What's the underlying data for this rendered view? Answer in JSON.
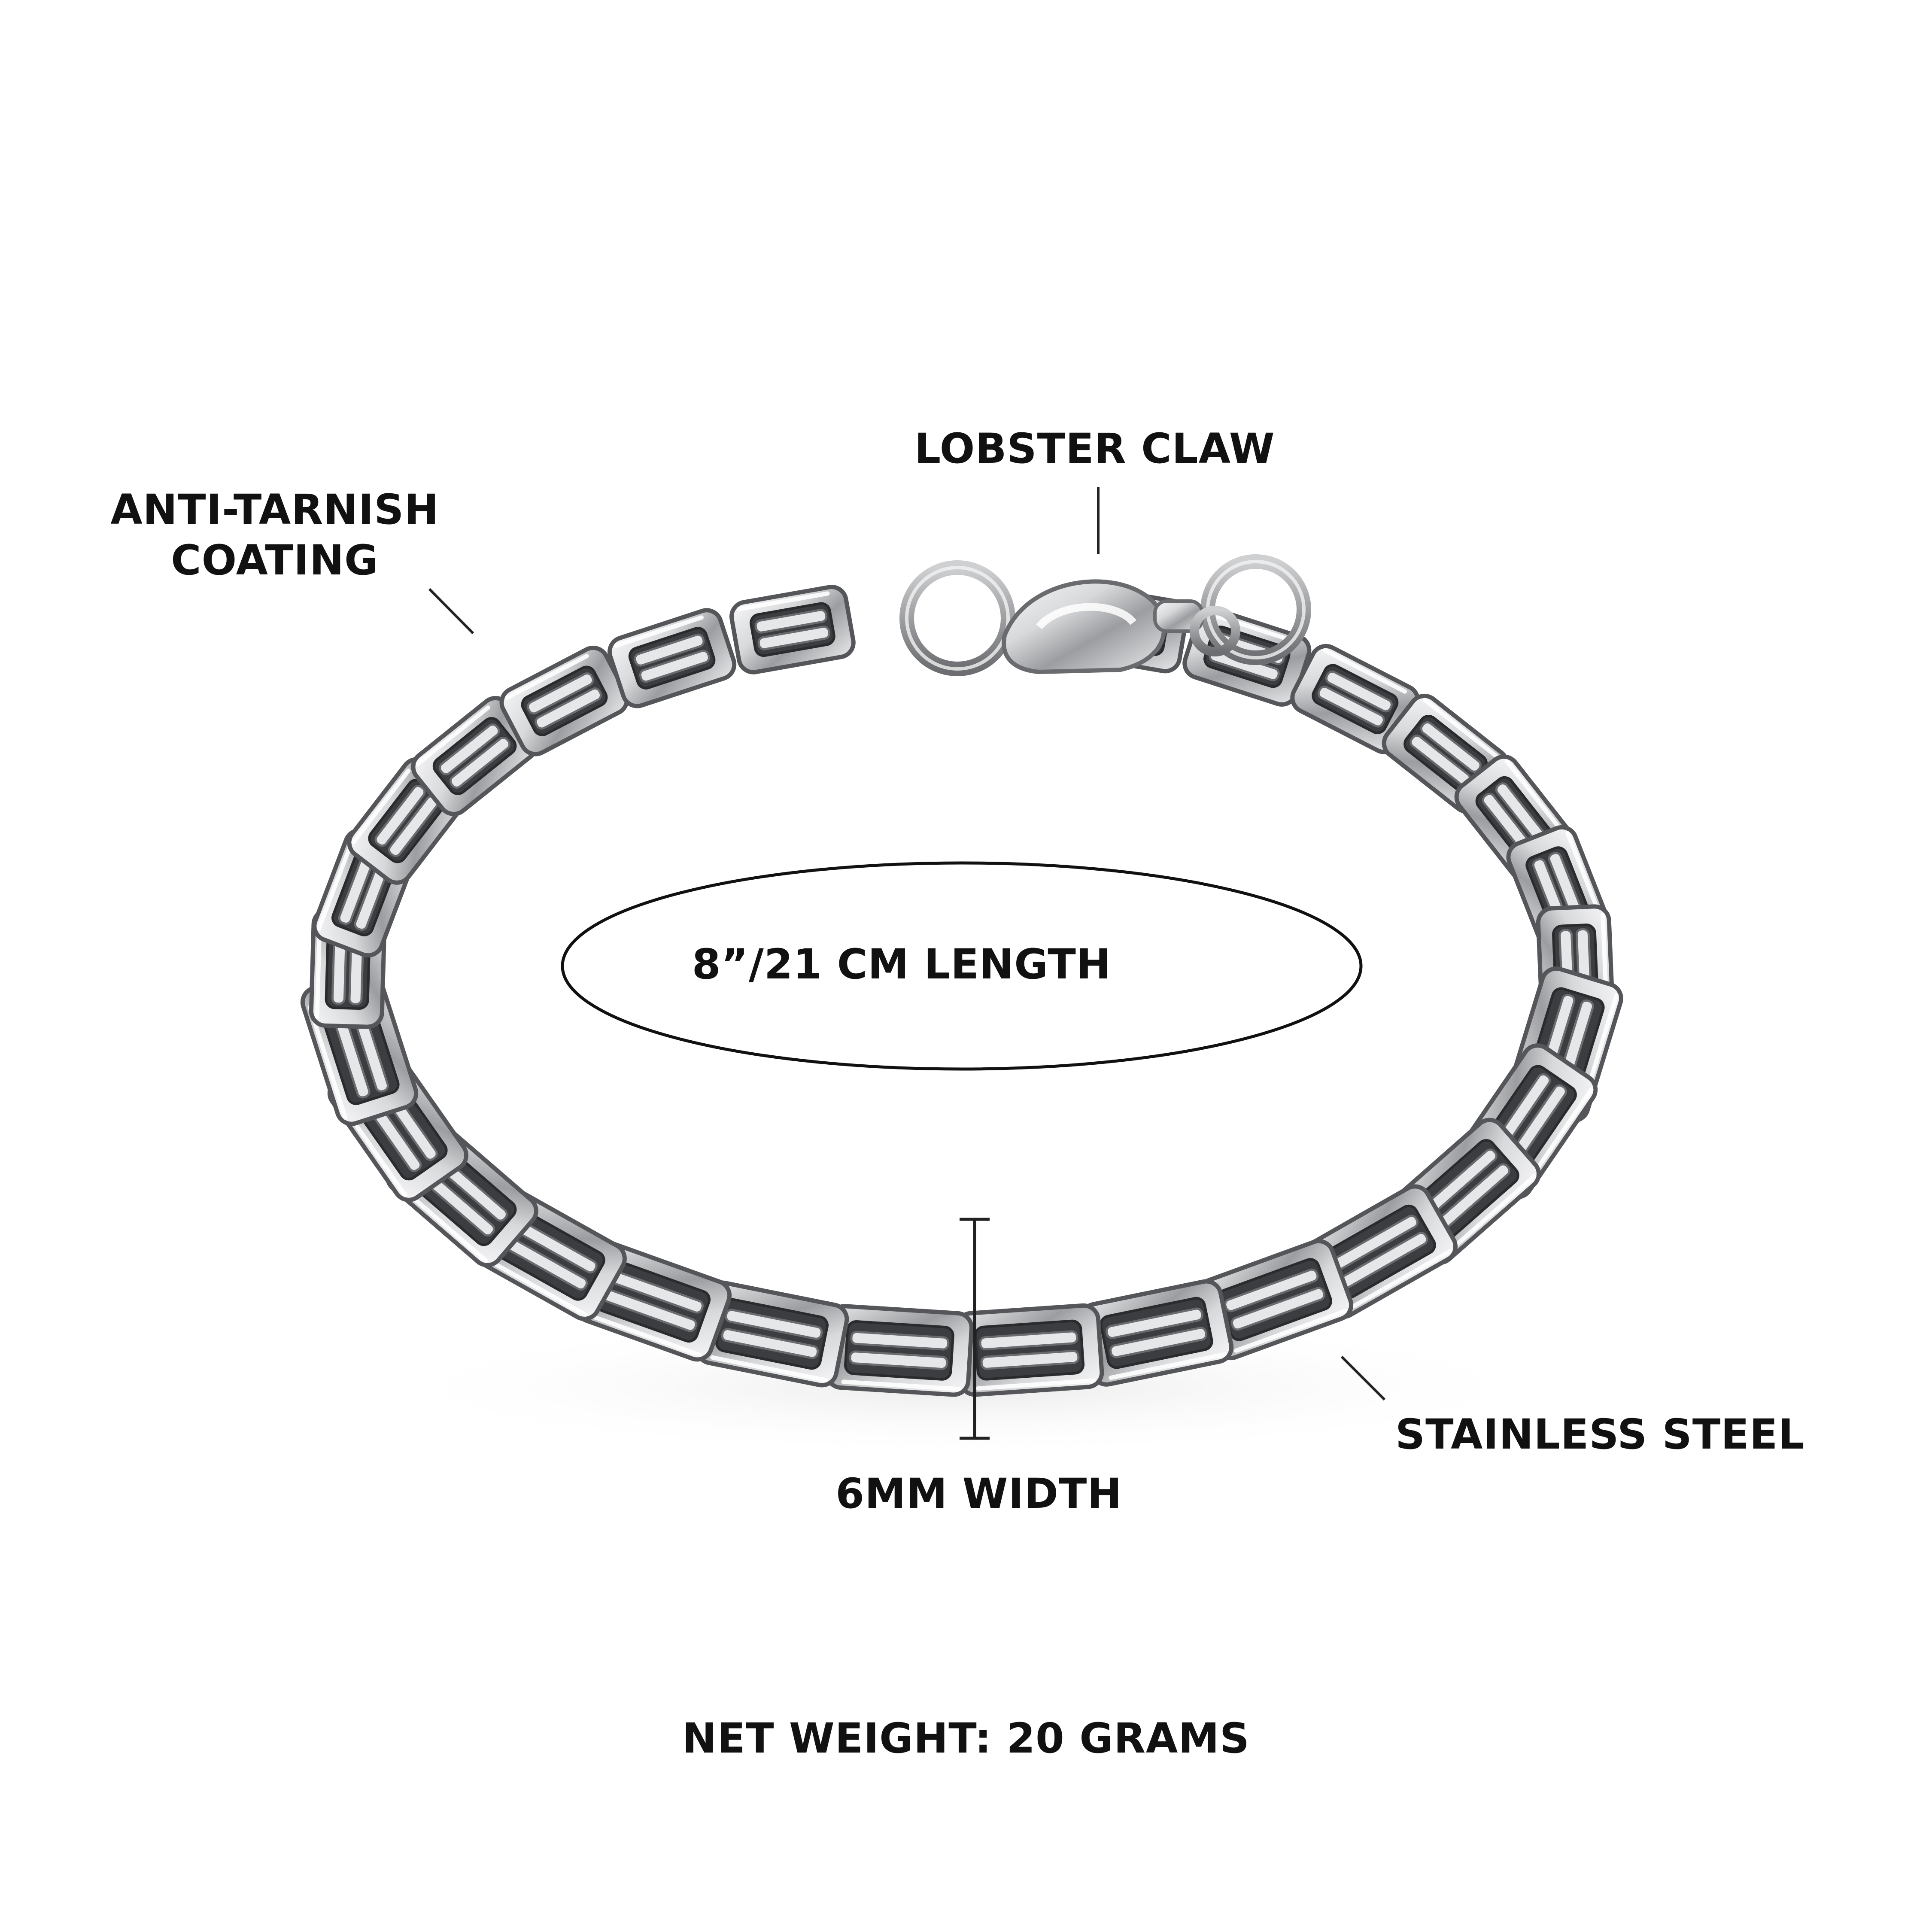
{
  "labels": {
    "lobster_claw": "LOBSTER CLAW",
    "anti_tarnish_line1": "ANTI-TARNISH",
    "anti_tarnish_line2": "COATING",
    "length": "8”/21 CM LENGTH",
    "width": "6MM WIDTH",
    "stainless_steel": "STAINLESS STEEL",
    "net_weight": "NET WEIGHT: 20 GRAMS"
  },
  "product": {
    "type": "byzantine-chain-bracelet",
    "metal_color": "#c9cacc",
    "metal_highlight": "#f4f5f6",
    "metal_shadow": "#5f6062",
    "link_count": 28
  },
  "colors": {
    "background": "#ffffff",
    "text": "#111111",
    "lines": "#222222"
  }
}
